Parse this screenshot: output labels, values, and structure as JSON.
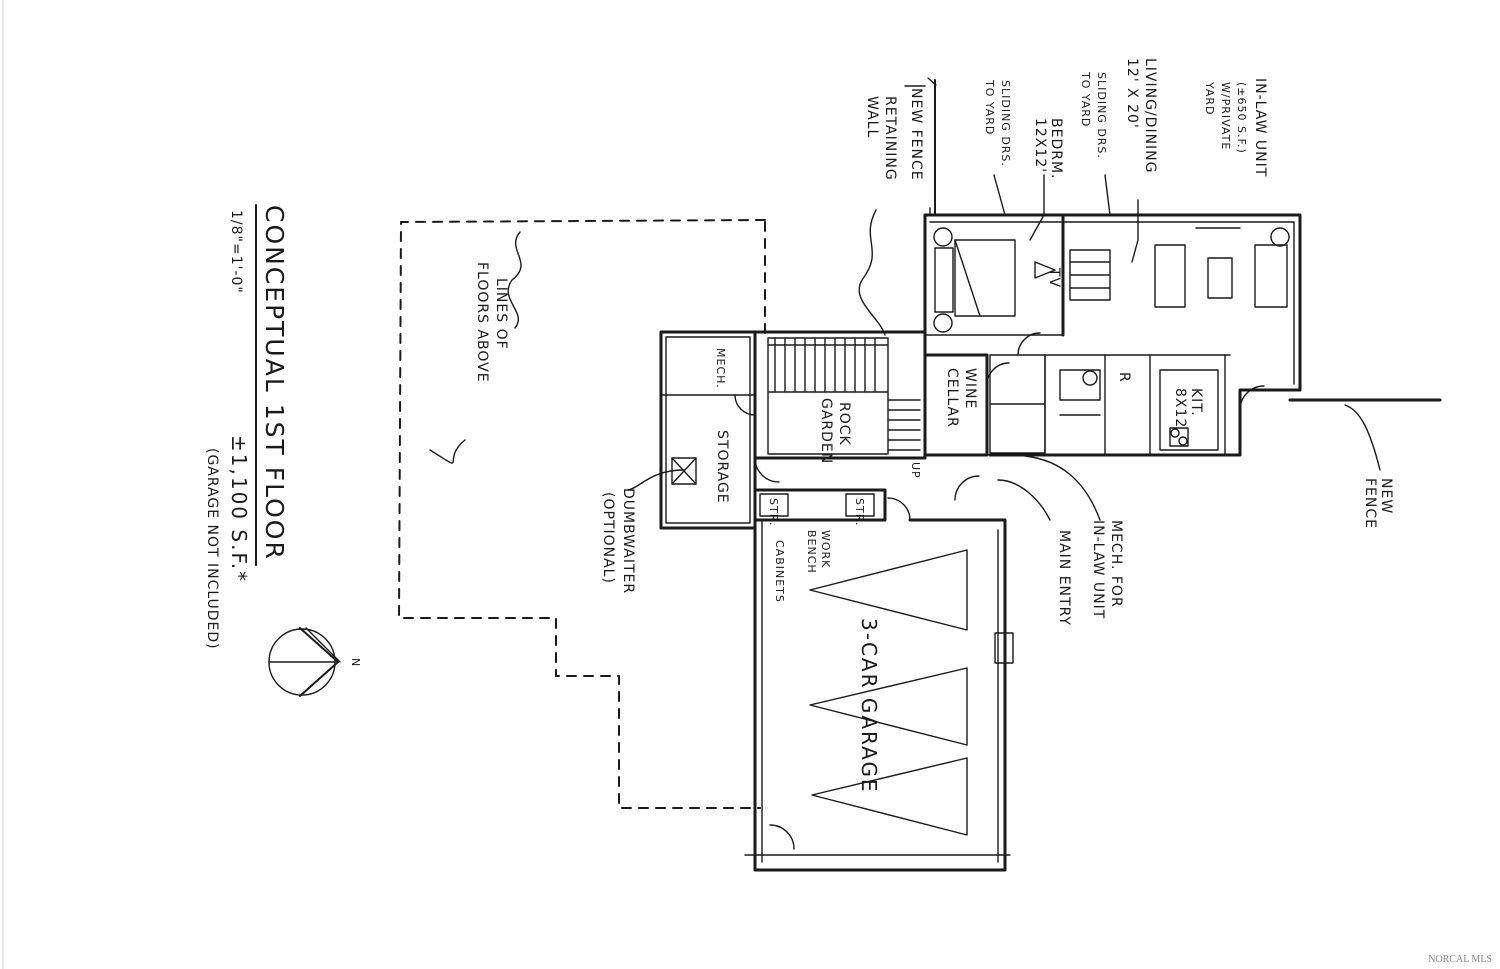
{
  "title": {
    "line1": "CONCEPTUAL  1ST FLOOR",
    "scale": "1/8\"=1'-0\"",
    "area": "±1,100 S.F.*",
    "note": "(GARAGE NOT INCLUDED)"
  },
  "compass": {
    "north_label": "N"
  },
  "labels": {
    "lines_of_floors_above": [
      "LINES OF",
      "FLOORS ABOVE"
    ],
    "mech": "MECH.",
    "storage": "STORAGE",
    "rock_garden": [
      "ROCK",
      "GARDEN"
    ],
    "wine_cellar": [
      "WINE",
      "CELLAR"
    ],
    "up": "UP",
    "dumbwaiter": [
      "DUMBWAITER",
      "(OPTIONAL)"
    ],
    "stor_left": "STR.",
    "stor_right": "STR.",
    "work_bench": [
      "WORK",
      "BENCH"
    ],
    "cabinets": "CABINETS",
    "garage": "3-CAR GARAGE",
    "main_entry": "MAIN ENTRY",
    "mech_inlaw": [
      "MECH. FOR",
      "IN-LAW UNIT"
    ],
    "new_fence_right": [
      "NEW",
      "FENCE"
    ],
    "kit": [
      "KIT.",
      "8X12"
    ],
    "r_mark": "R",
    "tv": "TV",
    "retaining_wall": [
      "RETAINING",
      "WALL"
    ],
    "new_fence_top": "NEW FENCE",
    "bedroom": [
      "BEDRM.",
      "12X12'"
    ],
    "sliding_drs": [
      "SLIDING DRS.",
      "TO YARD"
    ],
    "living_dining": [
      "LIVING/DINING",
      "12' X 20'"
    ],
    "sliding_drs2": [
      "SLIDING DRS.",
      "TO YARD"
    ],
    "inlaw_unit": [
      "IN-LAW UNIT",
      "(±650 S.F.)",
      "W/PRIVATE",
      "YARD"
    ]
  },
  "watermark": "NORCAL MLS"
}
